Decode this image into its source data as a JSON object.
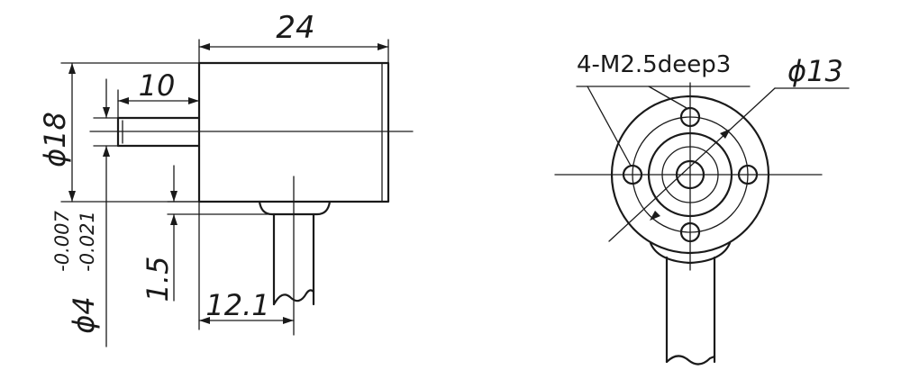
{
  "side_view": {
    "dim_length": "24",
    "dim_shaft_length": "10",
    "dim_diameter_body": "ϕ18",
    "dim_shaft_diameter": "ϕ4",
    "dim_shaft_tol_upper": "-0.007",
    "dim_shaft_tol_lower": "-0.021",
    "dim_cable_offset": "1.5",
    "dim_cable_position": "12.1"
  },
  "front_view": {
    "note_holes": "4-M2.5deep3",
    "dim_bolt_circle": "ϕ13"
  },
  "colors": {
    "line": "#1a1a1a",
    "background": "#ffffff"
  }
}
